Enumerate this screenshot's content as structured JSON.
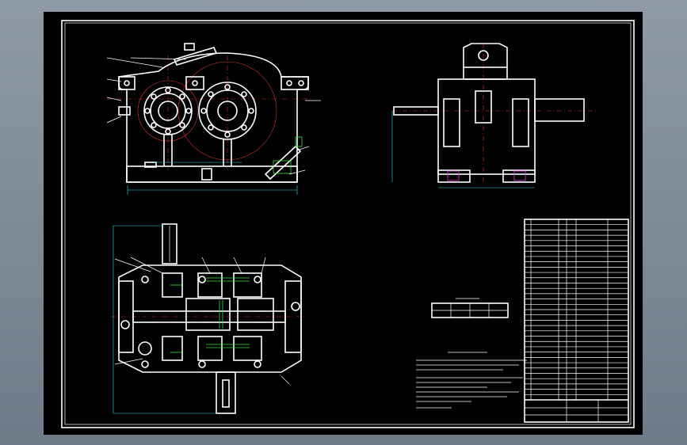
{
  "drawing": {
    "background": "#000000",
    "frame_color": "#ffffff",
    "centerline_color": "#e03030",
    "dimension_color": "#38d8e8",
    "gear_tooth_color": "#3ee03e",
    "bolt_color": "#e838e8"
  },
  "views": [
    {
      "id": "front-view"
    },
    {
      "id": "side-view"
    },
    {
      "id": "top-view"
    }
  ],
  "tech_table": {
    "rows": 2,
    "cols": 4
  },
  "notes": {
    "line_count": 10
  },
  "parts_list": {
    "row_count": 34,
    "title_rows": 3
  }
}
